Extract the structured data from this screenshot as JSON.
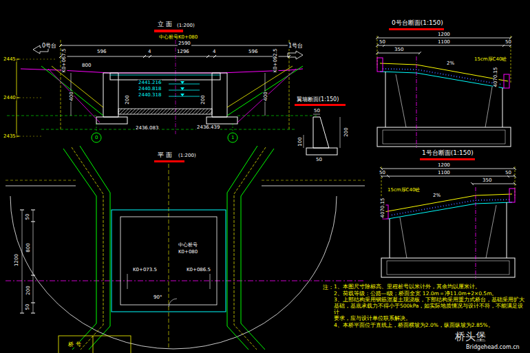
{
  "diagram": {
    "labels": [
      "立 面",
      "(1:200)",
      "0号台",
      "K0+067.5",
      "1号台",
      "K0+092.5",
      "中心桩号K0+080",
      "2590",
      "596",
      "4",
      "1296",
      "4",
      "596",
      "800",
      "400",
      "400",
      "2441.216",
      "2440.818",
      "2440.318",
      "200",
      "200",
      "2436.083",
      "2436.439",
      "0",
      "1",
      "2445",
      "2440",
      "2435",
      "翼墙断面(1:150)",
      "50",
      "50",
      "200",
      "100",
      "平 面",
      "(1:200)",
      "50",
      "800",
      "1200",
      "200",
      "50",
      "K0+073.5",
      "中心桩号",
      "K0+080",
      "K0+086.5",
      "90°",
      "0号台断面(1:150)",
      "1200",
      "50",
      "1100",
      "50",
      "350",
      "15cm厚C40砼",
      "2%",
      "4070.15",
      "1号台断面(1:150)",
      "1200",
      "50",
      "1100",
      "50",
      "350",
      "15cm厚C40砼",
      "2%",
      "4070.15",
      "注：",
      "1、本图尺寸除标高、里程桩号以米计外，其余均以厘米计。",
      "2、荷载等级：公路—Ⅰ级；桥面全宽 12.0m＝净11.0m+2×0.5m。",
      "3、上部结构采用钢筋混凝土现浇板，下部结构采用重力式桥台，基础采用扩大基础，基底承载力不得小于500kPa，如实际地质情况与设计不符，不能满足设计",
      "要求，应与设计单位联系解决。",
      "4、本桥平面位于直线上，桥面横坡为2.0%，纵面纵坡为2.85%。",
      "桥 号",
      "桥头堡",
      "Bridgehead.com.cn"
    ]
  }
}
